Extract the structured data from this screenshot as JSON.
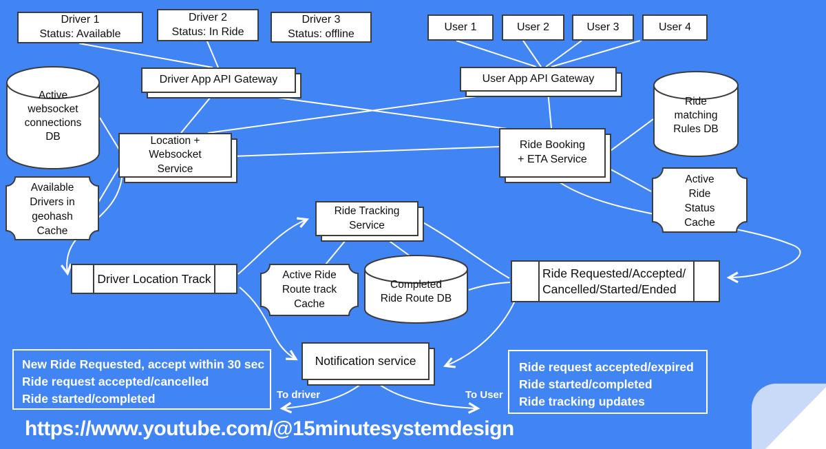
{
  "colors": {
    "background": "#4184f3",
    "shape_fill": "#ffffff",
    "shape_border": "#3c3c3c",
    "connector": "#ffffff",
    "annotation_text": "#ffffff",
    "corner_fold": "#c9daf8"
  },
  "nodes": {
    "driver1": {
      "label": "Driver 1\nStatus: Available"
    },
    "driver2": {
      "label": "Driver 2\nStatus: In Ride"
    },
    "driver3": {
      "label": "Driver 3\nStatus: offline"
    },
    "user1": {
      "label": "User 1"
    },
    "user2": {
      "label": "User 2"
    },
    "user3": {
      "label": "User 3"
    },
    "user4": {
      "label": "User 4"
    },
    "driver_gateway": {
      "label": "Driver App API Gateway"
    },
    "user_gateway": {
      "label": "User App API Gateway"
    },
    "active_websocket_db": {
      "label": "Active\nwebsocket\nconnections\nDB"
    },
    "geohash_cache": {
      "label": "Available\nDrivers in\ngeohash\nCache"
    },
    "location_websocket_service": {
      "label": "Location +\nWebsocket\nService"
    },
    "ride_booking_service": {
      "label": "Ride Booking\n+ ETA Service"
    },
    "ride_matching_db": {
      "label": "Ride\nmatching\nRules DB"
    },
    "active_ride_status_cache": {
      "label": "Active\nRide\nStatus\nCache"
    },
    "ride_tracking_service": {
      "label": "Ride Tracking\nService"
    },
    "driver_location_track": {
      "label": "Driver Location Track"
    },
    "active_ride_route_cache": {
      "label": "Active Ride\nRoute track\nCache"
    },
    "completed_ride_db": {
      "label": "Completed\nRide Route DB"
    },
    "ride_events_queue": {
      "label": "Ride Requested/Accepted/\nCancelled/Started/Ended"
    },
    "notification_service": {
      "label": "Notification service"
    }
  },
  "annotations": {
    "driver_notifications": {
      "label": "New Ride Requested, accept within 30 sec\nRide request accepted/cancelled\nRide started/completed"
    },
    "user_notifications": {
      "label": "Ride request accepted/expired\nRide started/completed\nRide tracking updates"
    },
    "to_driver": "To driver",
    "to_user": "To User",
    "channel_url": "https://www.youtube.com/@15minutesystemdesign"
  }
}
